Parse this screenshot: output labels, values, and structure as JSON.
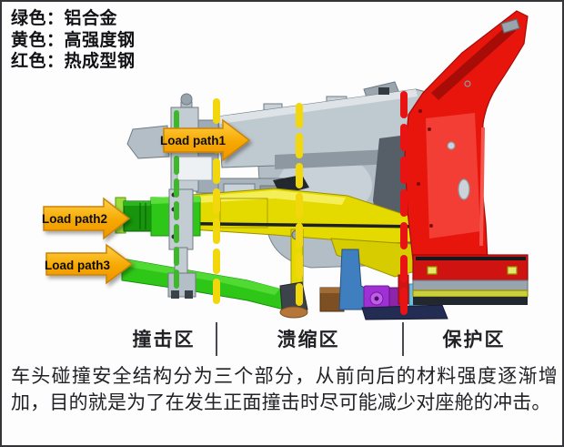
{
  "legend": {
    "items": [
      {
        "id": "green",
        "text": "绿色：铝合金"
      },
      {
        "id": "yellow",
        "text": "黄色：高强度钢"
      },
      {
        "id": "red",
        "text": "红色：热成型钢"
      }
    ]
  },
  "diagram": {
    "load_paths": [
      {
        "label": "Load path1"
      },
      {
        "label": "Load path2"
      },
      {
        "label": "Load path3"
      }
    ],
    "colors": {
      "aluminum_green": "#2ec617",
      "high_strength_steel_yellow": "#e4da00",
      "hot_formed_steel_red": "#e8150d",
      "arrow_orange": "#f6a800",
      "marker_green": "#3db82a",
      "marker_yellow": "#f2d70c",
      "marker_red": "#e81414"
    }
  },
  "zones": {
    "labels": [
      {
        "text": "撞击区"
      },
      {
        "text": "溃缩区"
      },
      {
        "text": "保护区"
      }
    ]
  },
  "caption": {
    "text": "车头碰撞安全结构分为三个部分，从前向后的材料强度逐渐增加，目的就是为了在发生正面撞击时尽可能减少对座舱的冲击。"
  }
}
